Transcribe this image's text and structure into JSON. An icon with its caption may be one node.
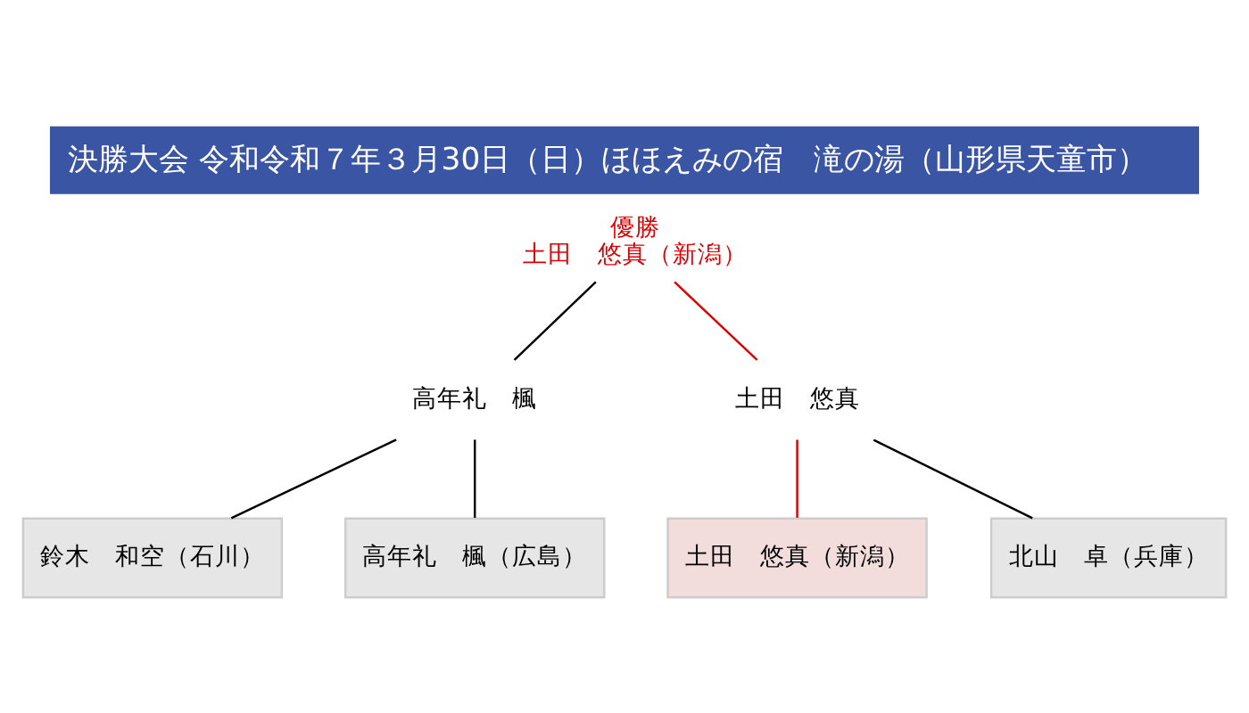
{
  "diagram": {
    "title": "決勝大会 令和令和７年３月30日（日）ほほえみの宿　滝の湯（山形県天童市）",
    "nodes": [
      {
        "text": [
          "優勝",
          "土田　悠真（新潟）"
        ]
      },
      {
        "text": [
          "高年礼　楓"
        ]
      },
      {
        "text": [
          "土田　悠真"
        ]
      },
      {
        "text": [
          "鈴木　和空（石川）"
        ]
      },
      {
        "text": [
          "高年礼　楓（広島）"
        ]
      },
      {
        "text": [
          "土田　悠真（新潟）"
        ]
      },
      {
        "text": [
          "北山　卓（兵庫）"
        ]
      }
    ],
    "edges": [
      {
        "from": 1,
        "to": 0,
        "arrow": "none"
      },
      {
        "from": 2,
        "to": 0,
        "arrow": "none",
        "color": "#dd0000"
      },
      {
        "from": 3,
        "to": 1,
        "arrow": "none"
      },
      {
        "from": 4,
        "to": 1,
        "arrow": "none"
      },
      {
        "from": 5,
        "to": 2,
        "arrow": "none",
        "color": "#dd0000"
      },
      {
        "from": 6,
        "to": 2,
        "arrow": "none"
      }
    ]
  }
}
